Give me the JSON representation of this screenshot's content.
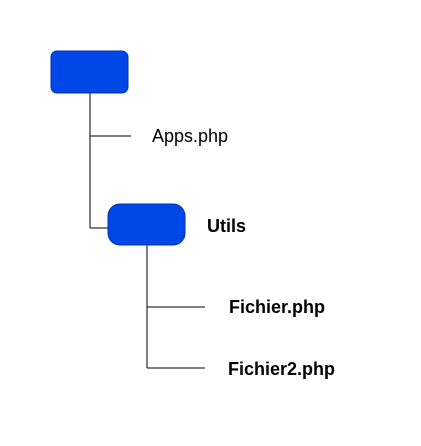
{
  "colors": {
    "node_fill": "#0047E8",
    "node_stroke": "#0033A8",
    "connector": "#000000"
  },
  "tree": {
    "root_folder": {
      "label": ""
    },
    "apps_file": {
      "label": "Apps.php"
    },
    "utils_folder": {
      "label": "Utils"
    },
    "fichier_file": {
      "label": "Fichier.php"
    },
    "fichier2_file": {
      "label": "Fichier2.php"
    }
  }
}
